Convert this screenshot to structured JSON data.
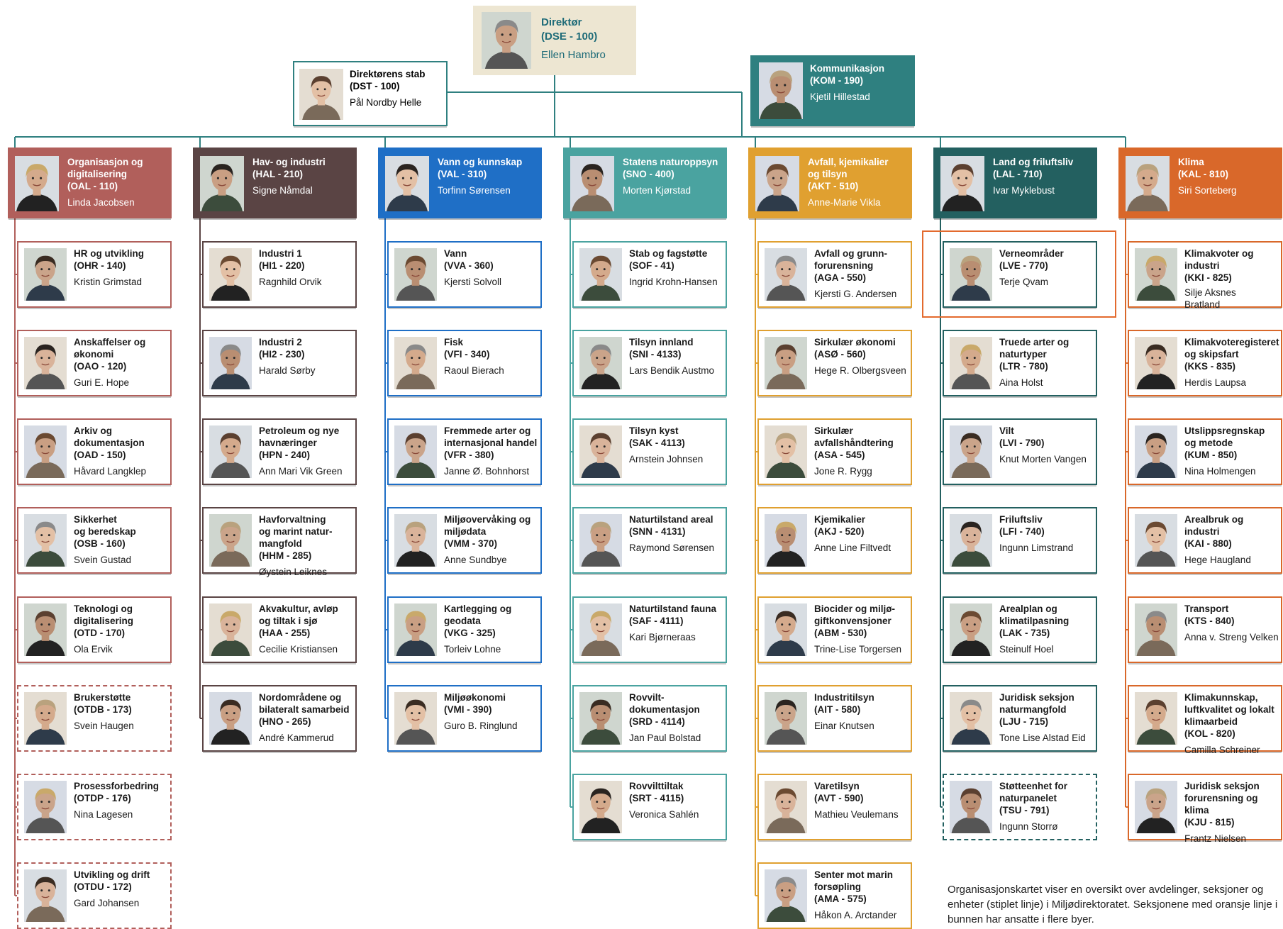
{
  "director": {
    "title": "Direktør",
    "code": "(DSE - 100)",
    "person": "Ellen Hambro"
  },
  "staff": {
    "title": "Direktørens stab",
    "code": "(DST - 100)",
    "person": "Pål Nordby Helle"
  },
  "communication": {
    "title": "Kommunikasjon",
    "code": "(KOM - 190)",
    "person": "Kjetil Hillestad",
    "color": "#2f8080"
  },
  "departments": [
    {
      "title": "Organisasjon og\ndigitalisering",
      "code": "(OAL - 110)",
      "person": "Linda Jacobsen",
      "color": "#b15f5b",
      "sections": [
        {
          "title": "HR og utvikling",
          "code": "(OHR - 140)",
          "person": "Kristin Grimstad",
          "dashed": false
        },
        {
          "title": "Anskaffelser og\nøkonomi",
          "code": "(OAO - 120)",
          "person": "Guri E. Hope",
          "dashed": false
        },
        {
          "title": "Arkiv og\ndokumentasjon",
          "code": "(OAD - 150)",
          "person": "Håvard Langklep",
          "dashed": false
        },
        {
          "title": "Sikkerhet\nog beredskap",
          "code": "(OSB - 160)",
          "person": "Svein Gustad",
          "dashed": false
        },
        {
          "title": "Teknologi og\ndigitalisering",
          "code": "(OTD - 170)",
          "person": "Ola Ervik",
          "dashed": false
        },
        {
          "title": "Brukerstøtte",
          "code": "(OTDB - 173)",
          "person": "Svein Haugen",
          "dashed": true
        },
        {
          "title": "Prosessforbedring",
          "code": "(OTDP - 176)",
          "person": "Nina Lagesen",
          "dashed": true
        },
        {
          "title": "Utvikling og drift",
          "code": "(OTDU - 172)",
          "person": "Gard Johansen",
          "dashed": true
        }
      ]
    },
    {
      "title": "Hav- og industri",
      "code": "(HAL - 210)",
      "person": "Signe Nåmdal",
      "color": "#5a4444",
      "sections": [
        {
          "title": "Industri 1",
          "code": "(HI1 - 220)",
          "person": "Ragnhild Orvik",
          "dashed": false
        },
        {
          "title": "Industri 2",
          "code": "(HI2 - 230)",
          "person": "Harald Sørby",
          "dashed": false
        },
        {
          "title": "Petroleum og nye\nhavnæringer",
          "code": "(HPN - 240)",
          "person": "Ann Mari Vik Green",
          "dashed": false
        },
        {
          "title": "Havforvaltning\nog marint natur-\nmangfold",
          "code": "(HHM - 285)",
          "person": "Øystein Leiknes",
          "dashed": false
        },
        {
          "title": "Akvakultur, avløp\nog tiltak i sjø",
          "code": "(HAA - 255)",
          "person": "Cecilie Kristiansen",
          "dashed": false
        },
        {
          "title": "Nordområdene og\nbilateralt samarbeid",
          "code": "(HNO - 265)",
          "person": "André Kammerud",
          "dashed": false
        }
      ]
    },
    {
      "title": "Vann og kunnskap",
      "code": "(VAL - 310)",
      "person": "Torfinn Sørensen",
      "color": "#1f6fc6",
      "sections": [
        {
          "title": "Vann",
          "code": "(VVA - 360)",
          "person": "Kjersti Solvoll",
          "dashed": false
        },
        {
          "title": "Fisk",
          "code": "(VFI - 340)",
          "person": "Raoul Bierach",
          "dashed": false
        },
        {
          "title": "Fremmede arter og\ninternasjonal handel",
          "code": "(VFR - 380)",
          "person": "Janne Ø. Bohnhorst",
          "dashed": false
        },
        {
          "title": "Miljøovervåking og\nmiljødata",
          "code": "(VMM - 370)",
          "person": "Anne Sundbye",
          "dashed": false
        },
        {
          "title": "Kartlegging og\ngeodata",
          "code": "(VKG - 325)",
          "person": "Torleiv Lohne",
          "dashed": false
        },
        {
          "title": "Miljøøkonomi",
          "code": "(VMI - 390)",
          "person": "Guro B. Ringlund",
          "dashed": false
        }
      ]
    },
    {
      "title": "Statens naturoppsyn",
      "code": "(SNO - 400)",
      "person": "Morten Kjørstad",
      "color": "#4aa3a0",
      "sections": [
        {
          "title": "Stab og fagstøtte",
          "code": "(SOF - 41)",
          "person": "Ingrid Krohn-Hansen",
          "dashed": false
        },
        {
          "title": "Tilsyn innland",
          "code": "(SNI - 4133)",
          "person": "Lars Bendik Austmo",
          "dashed": false
        },
        {
          "title": "Tilsyn kyst",
          "code": "(SAK - 4113)",
          "person": "Arnstein Johnsen",
          "dashed": false
        },
        {
          "title": "Naturtilstand areal",
          "code": "(SNN - 4131)",
          "person": "Raymond Sørensen",
          "dashed": false
        },
        {
          "title": "Naturtilstand fauna",
          "code": "(SAF - 4111)",
          "person": "Kari Bjørneraas",
          "dashed": false
        },
        {
          "title": "Rovvilt-\ndokumentasjon",
          "code": "(SRD - 4114)",
          "person": "Jan Paul Bolstad",
          "dashed": false
        },
        {
          "title": "Rovvilttiltak",
          "code": "(SRT - 4115)",
          "person": "Veronica Sahlén",
          "dashed": false
        }
      ]
    },
    {
      "title": "Avfall, kjemikalier\nog tilsyn",
      "code": "(AKT - 510)",
      "person": "Anne-Marie Vikla",
      "color": "#e0a030",
      "sections": [
        {
          "title": "Avfall og grunn-\nforurensning",
          "code": "(AGA - 550)",
          "person": "Kjersti G. Andersen",
          "dashed": false
        },
        {
          "title": "Sirkulær økonomi",
          "code": "(ASØ - 560)",
          "person": "Hege R. Olbergsveen",
          "dashed": false
        },
        {
          "title": "Sirkulær\navfallshåndtering",
          "code": "(ASA - 545)",
          "person": "Jone R. Rygg",
          "dashed": false
        },
        {
          "title": "Kjemikalier",
          "code": "(AKJ - 520)",
          "person": "Anne Line Filtvedt",
          "dashed": false
        },
        {
          "title": "Biocider og miljø-\ngiftkonvensjoner",
          "code": "(ABM - 530)",
          "person": "Trine-Lise Torgersen",
          "dashed": false
        },
        {
          "title": "Industritilsyn",
          "code": "(AIT - 580)",
          "person": "Einar Knutsen",
          "dashed": false
        },
        {
          "title": "Varetilsyn",
          "code": "(AVT - 590)",
          "person": "Mathieu Veulemans",
          "dashed": false
        },
        {
          "title": "Senter mot marin\nforsøpling",
          "code": "(AMA - 575)",
          "person": "Håkon A. Arctander",
          "dashed": false
        }
      ]
    },
    {
      "title": "Land og friluftsliv",
      "code": "(LAL - 710)",
      "person": "Ivar Myklebust",
      "color": "#236060",
      "sections": [
        {
          "title": "Verneområder",
          "code": "(LVE - 770)",
          "person": "Terje Qvam",
          "dashed": false
        },
        {
          "title": "Truede arter og\nnaturtyper",
          "code": "(LTR - 780)",
          "person": "Aina Holst",
          "dashed": false
        },
        {
          "title": "Vilt",
          "code": "(LVI - 790)",
          "person": "Knut Morten Vangen",
          "dashed": false
        },
        {
          "title": "Friluftsliv",
          "code": "(LFI - 740)",
          "person": "Ingunn Limstrand",
          "dashed": false
        },
        {
          "title": "Arealplan og\nklimatilpasning",
          "code": "(LAK - 735)",
          "person": "Steinulf Hoel",
          "dashed": false
        },
        {
          "title": "Juridisk seksjon\nnaturmangfold",
          "code": "(LJU - 715)",
          "person": "Tone Lise Alstad Eid",
          "dashed": false
        },
        {
          "title": "Støtteenhet for\nnaturpanelet",
          "code": "(TSU - 791)",
          "person": "Ingunn Storrø",
          "dashed": true
        }
      ]
    },
    {
      "title": "Klima",
      "code": "(KAL - 810)",
      "person": "Siri Sorteberg",
      "color": "#d9682a",
      "sections": [
        {
          "title": "Klimakvoter og\nindustri",
          "code": "(KKI - 825)",
          "person": "Silje Aksnes\nBratland",
          "dashed": false
        },
        {
          "title": "Klimakvoteregisteret\nog skipsfart",
          "code": "(KKS - 835)",
          "person": "Herdis Laupsa",
          "dashed": false
        },
        {
          "title": "Utslippsregnskap\nog metode",
          "code": "(KUM - 850)",
          "person": "Nina Holmengen",
          "dashed": false
        },
        {
          "title": "Arealbruk og\nindustri",
          "code": "(KAI - 880)",
          "person": "Hege Haugland",
          "dashed": false
        },
        {
          "title": "Transport",
          "code": "(KTS - 840)",
          "person": "Anna v. Streng Velken",
          "dashed": false
        },
        {
          "title": "Klimakunnskap,\nluftkvalitet og lokalt\nklimaarbeid",
          "code": "(KOL - 820)",
          "person": "Camilla Schreiner",
          "dashed": false
        },
        {
          "title": "Juridisk seksjon\nforurensning og\nklima",
          "code": "(KJU - 815)",
          "person": "Frantz Nielsen",
          "dashed": false
        }
      ]
    }
  ],
  "footnote": "Organisasjonskartet viser en oversikt over avdelinger, seksjoner og enheter (stiplet linje) i Miljødirektoratet. Seksjonene med oransje linje i bunnen har ansatte i flere byer."
}
